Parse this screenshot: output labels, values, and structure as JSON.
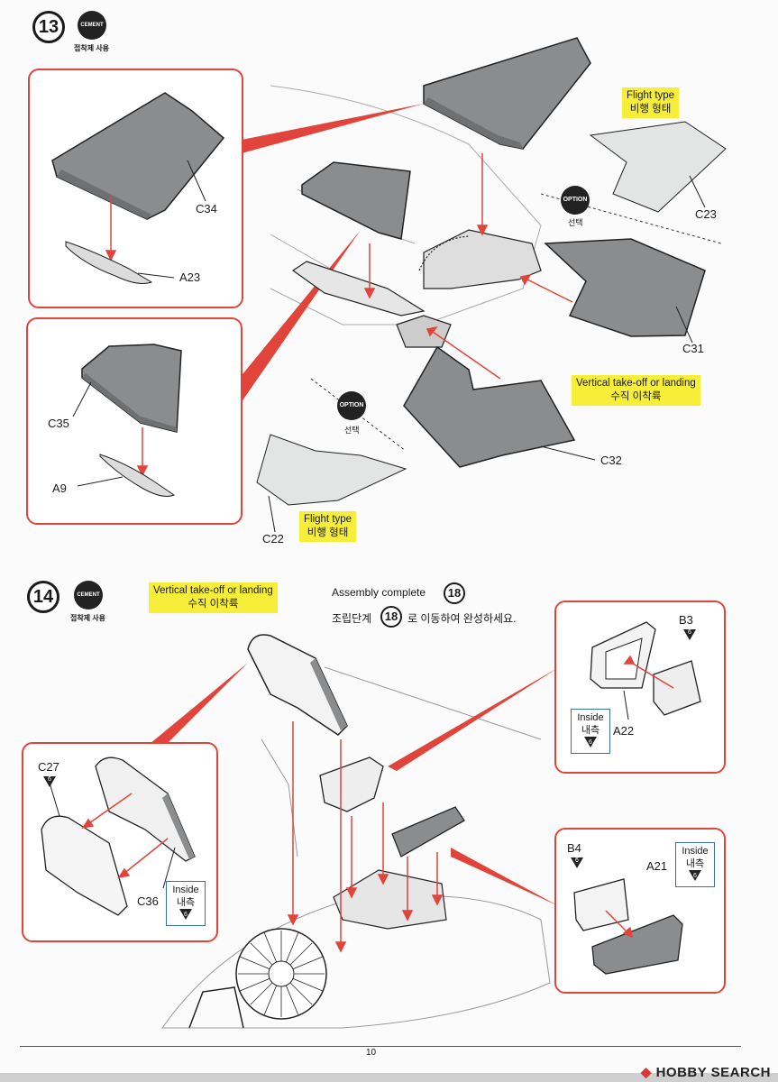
{
  "step13": {
    "number": "13",
    "cement_icon": "CEMENT",
    "cement_label": "접착제 사용",
    "labels": {
      "c34": "C34",
      "a23": "A23",
      "c35": "C35",
      "a9": "A9",
      "c22": "C22",
      "c23": "C23",
      "c31": "C31",
      "c32": "C32"
    },
    "flight_type_top": {
      "en": "Flight type",
      "ko": "비행 형태"
    },
    "flight_type_bottom": {
      "en": "Flight type",
      "ko": "비행 형태"
    },
    "vtol": {
      "en": "Vertical take-off or landing",
      "ko": "수직 이착륙"
    },
    "option_icon": "OPTION",
    "option_label": "선택"
  },
  "step14": {
    "number": "14",
    "cement_icon": "CEMENT",
    "cement_label": "접착제 사용",
    "vtol": {
      "en": "Vertical take-off or landing",
      "ko": "수직 이착륙"
    },
    "assembly_en": "Assembly complete",
    "assembly_step": "18",
    "assembly_ko_pre": "조립단계",
    "assembly_ko_post": "로 이동하여 완성하세요.",
    "labels": {
      "c27": "C27",
      "c36": "C36",
      "b3": "B3",
      "a22": "A22",
      "b4": "B4",
      "a21": "A21"
    },
    "paint_code": "6",
    "inside_en": "Inside",
    "inside_ko": "내측"
  },
  "page_number": "10",
  "watermark": {
    "brand": "HOBBY SEARCH",
    "logo_color": "#d63b3b"
  },
  "colors": {
    "accent_red": "#e0443a",
    "highlight_yellow": "#f6ee38",
    "part_gray": "#8a8c8e",
    "inside_blue": "#3b6fb5"
  }
}
